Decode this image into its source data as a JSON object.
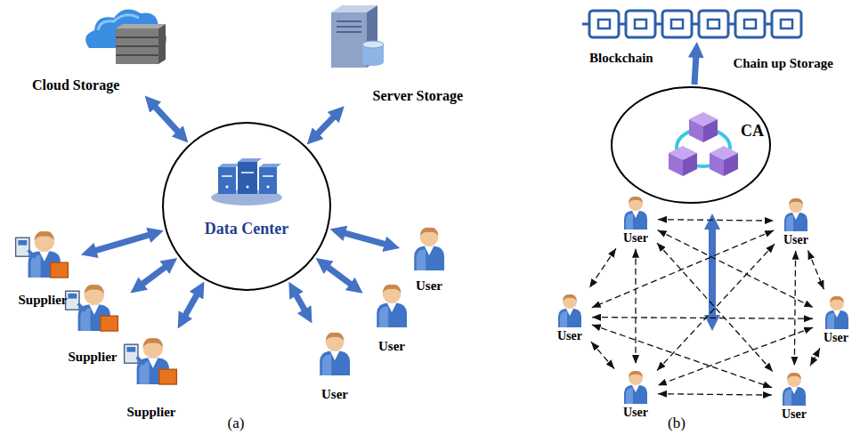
{
  "diagram": {
    "nodes": [
      {
        "text": [
          "Cloud Storage"
        ]
      },
      {
        "text": [
          "Server Storage"
        ]
      },
      {
        "text": [
          "Data Center"
        ]
      },
      {
        "text": [
          "Supplier"
        ]
      },
      {
        "text": [
          "Supplier"
        ]
      },
      {
        "text": [
          "Supplier"
        ]
      },
      {
        "text": [
          "User"
        ]
      },
      {
        "text": [
          "User"
        ]
      },
      {
        "text": [
          "User"
        ]
      },
      {
        "text": [
          "Blockchain"
        ]
      },
      {
        "text": [
          "CA"
        ]
      },
      {
        "text": [
          "User"
        ]
      },
      {
        "text": [
          "User"
        ]
      },
      {
        "text": [
          "User"
        ]
      },
      {
        "text": [
          "User"
        ]
      },
      {
        "text": [
          "User"
        ]
      },
      {
        "text": [
          "User"
        ]
      }
    ],
    "edges": [
      {
        "from": 0,
        "to": 2,
        "arrow": "both"
      },
      {
        "from": 1,
        "to": 2,
        "arrow": "both"
      },
      {
        "from": 3,
        "to": 2,
        "arrow": "both"
      },
      {
        "from": 4,
        "to": 2,
        "arrow": "both"
      },
      {
        "from": 5,
        "to": 2,
        "arrow": "both"
      },
      {
        "from": 6,
        "to": 2,
        "arrow": "both"
      },
      {
        "from": 7,
        "to": 2,
        "arrow": "both"
      },
      {
        "from": 8,
        "to": 2,
        "arrow": "both"
      },
      {
        "from": 10,
        "to": 9,
        "label": "Chain up Storage",
        "arrow": "to"
      },
      {
        "from": 11,
        "to": 12,
        "arrow": "both"
      },
      {
        "from": 11,
        "to": 13,
        "arrow": "both"
      },
      {
        "from": 11,
        "to": 14,
        "arrow": "both"
      },
      {
        "from": 11,
        "to": 15,
        "arrow": "both"
      },
      {
        "from": 11,
        "to": 16,
        "arrow": "both"
      },
      {
        "from": 12,
        "to": 13,
        "arrow": "both"
      },
      {
        "from": 12,
        "to": 14,
        "arrow": "both"
      },
      {
        "from": 12,
        "to": 15,
        "arrow": "both"
      },
      {
        "from": 12,
        "to": 16,
        "arrow": "both"
      },
      {
        "from": 13,
        "to": 14,
        "arrow": "both"
      },
      {
        "from": 13,
        "to": 15,
        "arrow": "both"
      },
      {
        "from": 13,
        "to": 16,
        "arrow": "both"
      },
      {
        "from": 14,
        "to": 15,
        "arrow": "both"
      },
      {
        "from": 14,
        "to": 16,
        "arrow": "both"
      },
      {
        "from": 15,
        "to": 16,
        "arrow": "both"
      }
    ],
    "labels": [
      "(a)",
      "(b)"
    ]
  }
}
